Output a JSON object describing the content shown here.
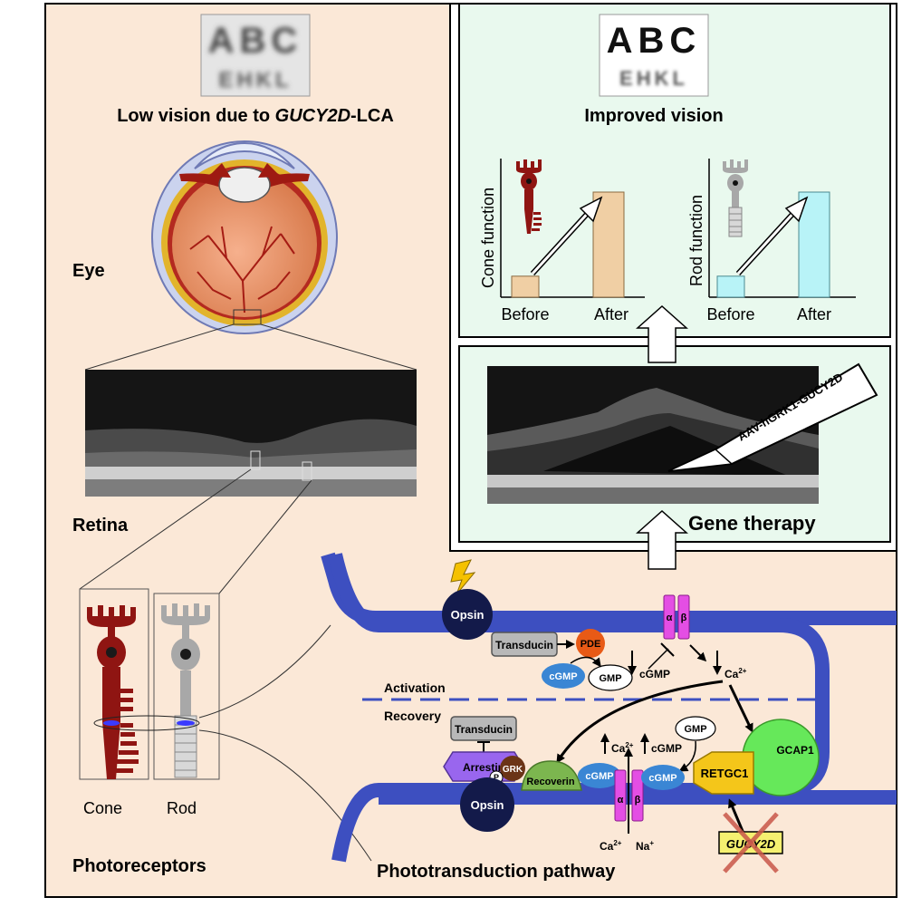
{
  "left_panel": {
    "title_prefix": "Low vision due to ",
    "title_gene": "GUCY2D",
    "title_suffix": "-LCA",
    "chart_row1": "ABC",
    "chart_row2": "EHKL",
    "eye_label": "Eye",
    "retina_label": "Retina",
    "cone_label": "Cone",
    "rod_label": "Rod",
    "photoreceptors_label": "Photoreceptors"
  },
  "improved_panel": {
    "title": "Improved vision",
    "chart_row1": "ABC",
    "chart_row2": "EHKL",
    "cone_axis_label": "Cone function",
    "rod_axis_label": "Rod function",
    "before_label": "Before",
    "after_label": "After",
    "cone_before_level": 0.2,
    "cone_after_level": 1.0,
    "rod_before_level": 0.2,
    "rod_after_level": 1.0,
    "cone_bar_color": "#f0cfa4",
    "rod_bar_color": "#b8f3f7"
  },
  "gene_therapy_panel": {
    "title": "Gene therapy",
    "vector_label": "AAV-hGRK1-GUCY2D"
  },
  "pathway": {
    "title": "Phototransduction pathway",
    "activation_label": "Activation",
    "recovery_label": "Recovery",
    "opsin": "Opsin",
    "transducin": "Transducin",
    "pde": "PDE",
    "cgmp": "cGMP",
    "gmp": "GMP",
    "alpha": "α",
    "beta": "β",
    "ca": "Ca",
    "na": "Na",
    "charge2plus": "2+",
    "charge_plus": "+",
    "arrestin": "Arrestin",
    "grk": "GRK",
    "p": "P",
    "recoverin": "Recoverin",
    "retgc1": "RETGC1",
    "gcap1": "GCAP1",
    "gene": "GUCY2D"
  },
  "colors": {
    "background": "#fbe8d7",
    "green_panel": "#e9f9ee",
    "membrane": "#3d4fc0",
    "cone": "#8f1512",
    "rod": "#a8a8a8",
    "opsin": "#131a4a",
    "pde": "#e85a16",
    "cgmp": "#3a86d4",
    "channel": "#e44ee4",
    "arrestin": "#9966ee",
    "grk": "#6b3417",
    "recoverin": "#7cb64f",
    "retgc1": "#f4c61a",
    "gcap1": "#66e85a",
    "gene_box": "#f5f070",
    "cross": "#c9574a"
  }
}
